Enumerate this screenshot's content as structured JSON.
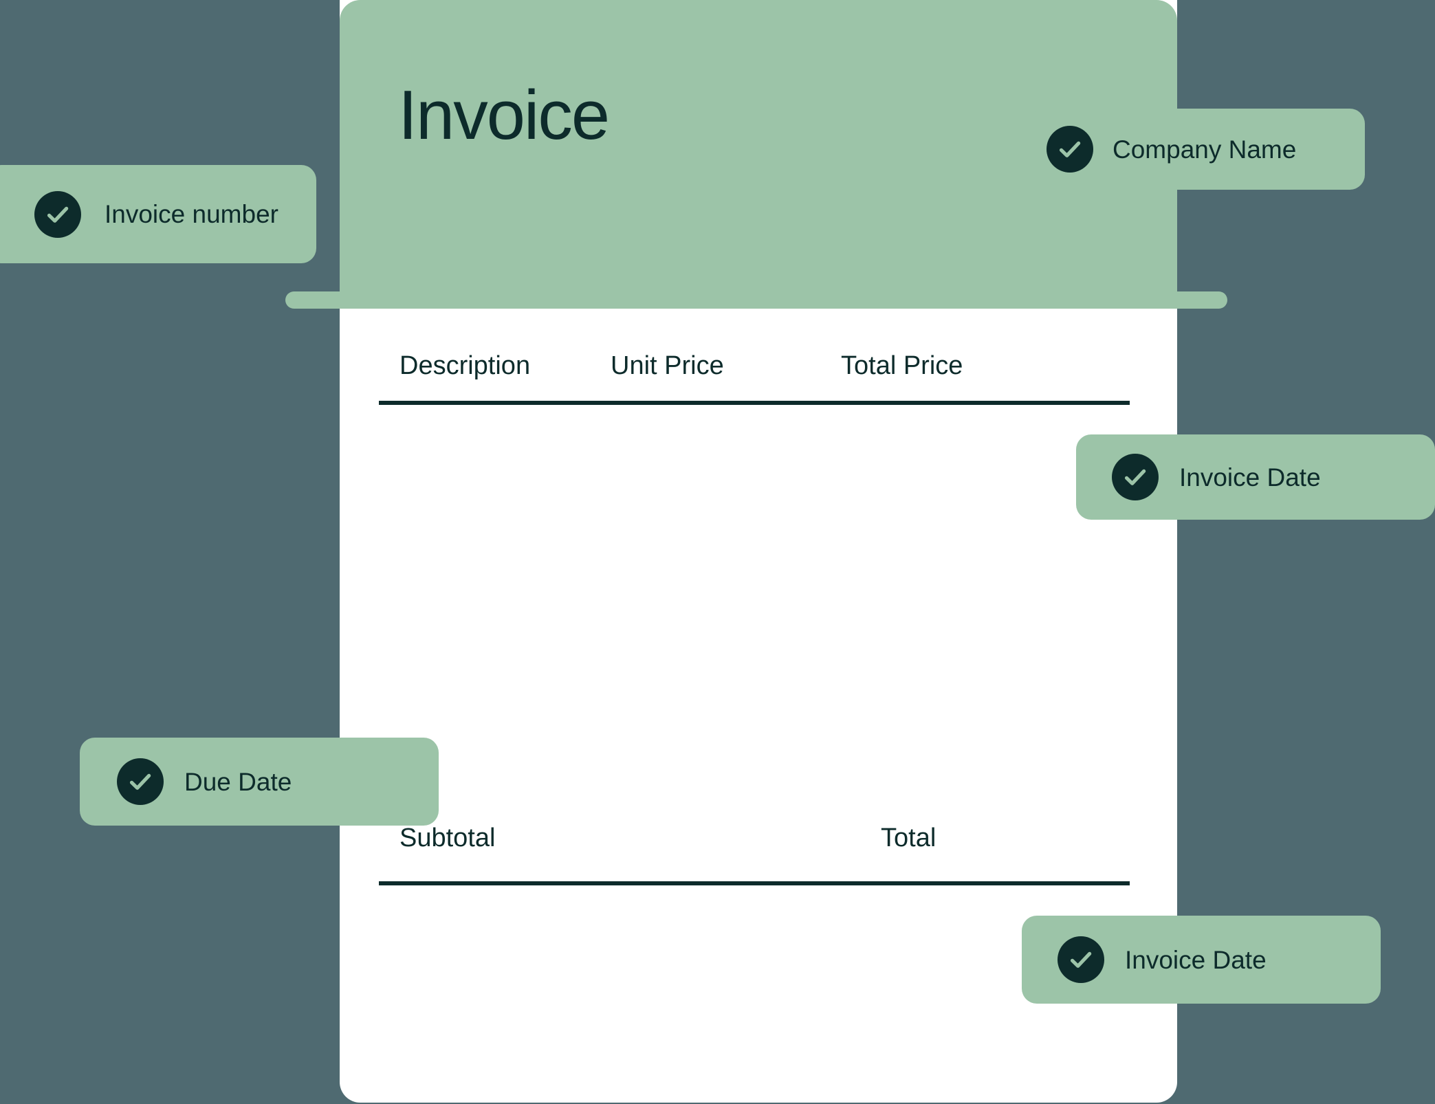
{
  "theme": {
    "background": "#4f6a71",
    "card_background": "#ffffff",
    "accent_green": "#9cc4a8",
    "ink_dark": "#0d2b2b"
  },
  "invoice": {
    "title": "Invoice",
    "table": {
      "columns": [
        "Description",
        "Unit Price",
        "Total Price"
      ],
      "rows": [],
      "footer_labels": {
        "subtotal": "Subtotal",
        "total": "Total"
      }
    }
  },
  "annotations": [
    {
      "id": "invoice-number",
      "label": "Invoice number",
      "icon": "check-circle-icon"
    },
    {
      "id": "company-name",
      "label": "Company Name",
      "icon": "check-circle-icon"
    },
    {
      "id": "invoice-date-1",
      "label": "Invoice Date",
      "icon": "check-circle-icon"
    },
    {
      "id": "due-date",
      "label": "Due Date",
      "icon": "check-circle-icon"
    },
    {
      "id": "invoice-date-2",
      "label": "Invoice Date",
      "icon": "check-circle-icon"
    }
  ]
}
